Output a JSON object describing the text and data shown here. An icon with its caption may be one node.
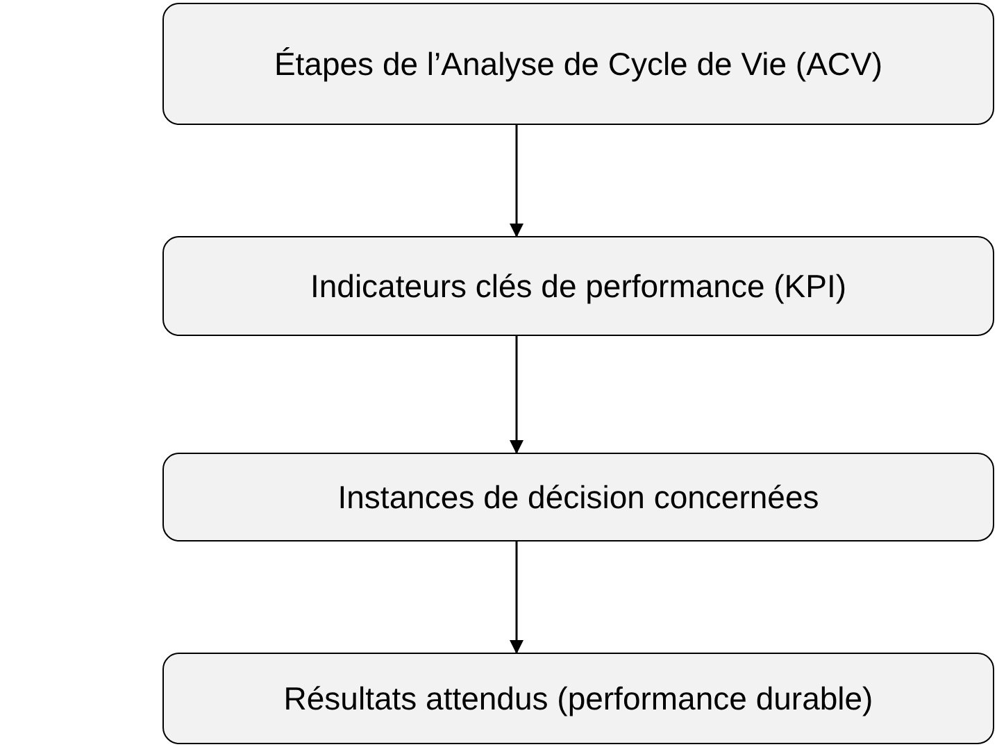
{
  "diagram": {
    "nodes": [
      {
        "text": [
          "Étapes de l’Analyse de Cycle de Vie (ACV)"
        ]
      },
      {
        "text": [
          "Indicateurs clés de performance (KPI)"
        ]
      },
      {
        "text": [
          "Instances de décision concernées"
        ]
      },
      {
        "text": [
          "Résultats attendus (performance durable)"
        ]
      }
    ],
    "edges": [
      {
        "from": 0,
        "to": 1,
        "arrow": "to"
      },
      {
        "from": 1,
        "to": 2,
        "arrow": "to"
      },
      {
        "from": 2,
        "to": 3,
        "arrow": "to"
      }
    ]
  }
}
